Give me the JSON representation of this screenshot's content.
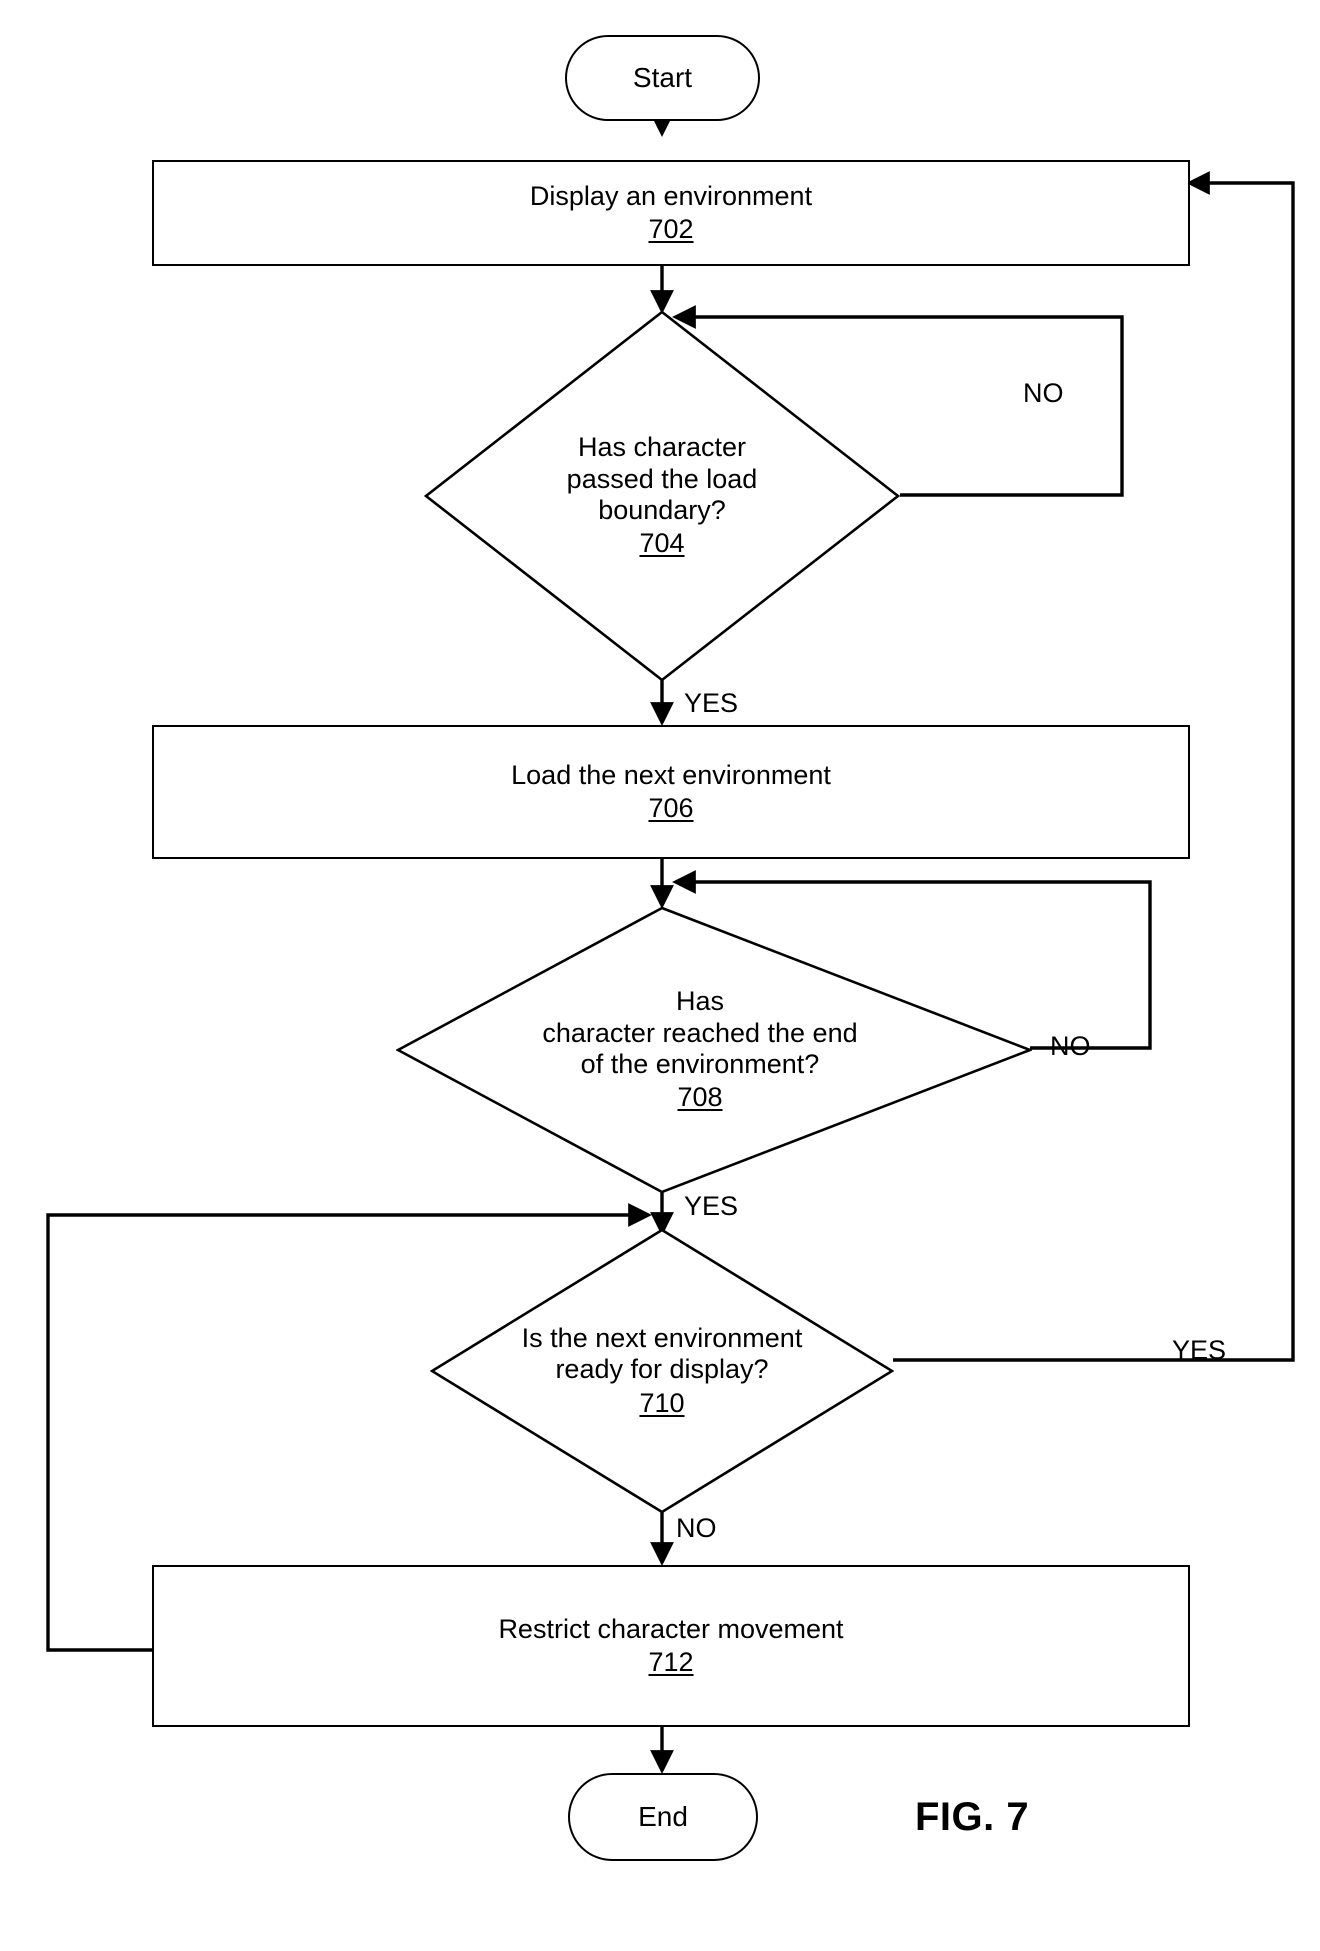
{
  "figure": {
    "caption": "FIG. 7",
    "title": "Environment loading flowchart"
  },
  "nodes": {
    "start": {
      "label": "Start",
      "shape": "terminator"
    },
    "step702": {
      "label": "Display an environment",
      "ref": "702",
      "shape": "process"
    },
    "decision704": {
      "lines": [
        "Has character",
        "passed the load",
        "boundary?"
      ],
      "ref": "704",
      "shape": "decision"
    },
    "step706": {
      "label": "Load the next environment",
      "ref": "706",
      "shape": "process"
    },
    "decision708": {
      "lines": [
        "Has",
        "character reached the end",
        "of the environment?"
      ],
      "ref": "708",
      "shape": "decision"
    },
    "decision710": {
      "lines": [
        "Is the next environment",
        "ready for display?"
      ],
      "ref": "710",
      "shape": "decision"
    },
    "step712": {
      "label": "Restrict character movement",
      "ref": "712",
      "shape": "process"
    },
    "end": {
      "label": "End",
      "shape": "terminator"
    }
  },
  "edge_labels": {
    "no_704": "NO",
    "yes_704": "YES",
    "no_708": "NO",
    "yes_708": "YES",
    "yes_710": "YES",
    "no_710": "NO"
  },
  "colors": {
    "stroke": "#000000",
    "background": "#ffffff",
    "text": "#000000"
  },
  "chart_data": {
    "type": "diagram",
    "title": "FIG. 7",
    "flow": [
      {
        "id": "start",
        "type": "terminator",
        "text": "Start",
        "next": "702"
      },
      {
        "id": "702",
        "type": "process",
        "text": "Display an environment",
        "next": "704"
      },
      {
        "id": "704",
        "type": "decision",
        "text": "Has character passed the load boundary?",
        "branches": [
          {
            "label": "YES",
            "to": "706"
          },
          {
            "label": "NO",
            "to": "704"
          }
        ]
      },
      {
        "id": "706",
        "type": "process",
        "text": "Load the next environment",
        "next": "708"
      },
      {
        "id": "708",
        "type": "decision",
        "text": "Has character reached the end of the environment?",
        "branches": [
          {
            "label": "YES",
            "to": "710"
          },
          {
            "label": "NO",
            "to": "708"
          }
        ]
      },
      {
        "id": "710",
        "type": "decision",
        "text": "Is the next environment ready for display?",
        "branches": [
          {
            "label": "YES",
            "to": "702"
          },
          {
            "label": "NO",
            "to": "712"
          }
        ]
      },
      {
        "id": "712",
        "type": "process",
        "text": "Restrict character movement",
        "branches": [
          {
            "label": "",
            "to": "710"
          },
          {
            "label": "",
            "to": "end"
          }
        ]
      },
      {
        "id": "end",
        "type": "terminator",
        "text": "End"
      }
    ]
  }
}
